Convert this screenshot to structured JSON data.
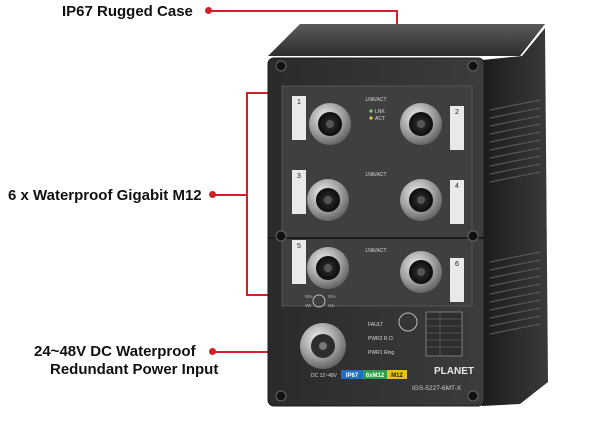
{
  "callouts": {
    "case": "IP67 Rugged Case",
    "ports": "6 x Waterproof Gigabit M12",
    "power_line1": "24~48V DC Waterproof",
    "power_line2": "Redundant Power Input"
  },
  "device": {
    "brand": "PLANET",
    "model": "IGS-5227-6MT-X",
    "badges": [
      "IP67",
      "6xM12",
      "M12"
    ],
    "port_numbers": [
      "1",
      "2",
      "3",
      "4",
      "5",
      "6"
    ],
    "lnk_act_label": "LNK/ACT",
    "led_lnk": "LNK",
    "led_act": "ACT",
    "fault_label": "FAULT",
    "pwr2_label": "PWR2 R.O.",
    "pwr1_label": "PWR1 Ring",
    "dc_label": "DC 12~48V",
    "pin_labels": [
      "V2+",
      "V2-",
      "V1+",
      "V1-"
    ]
  },
  "colors": {
    "accent_red": "#d0202a",
    "badge_ip67": "#1f6fc4",
    "badge_6xm12": "#2aa04a",
    "badge_m12": "#e8c11a"
  }
}
